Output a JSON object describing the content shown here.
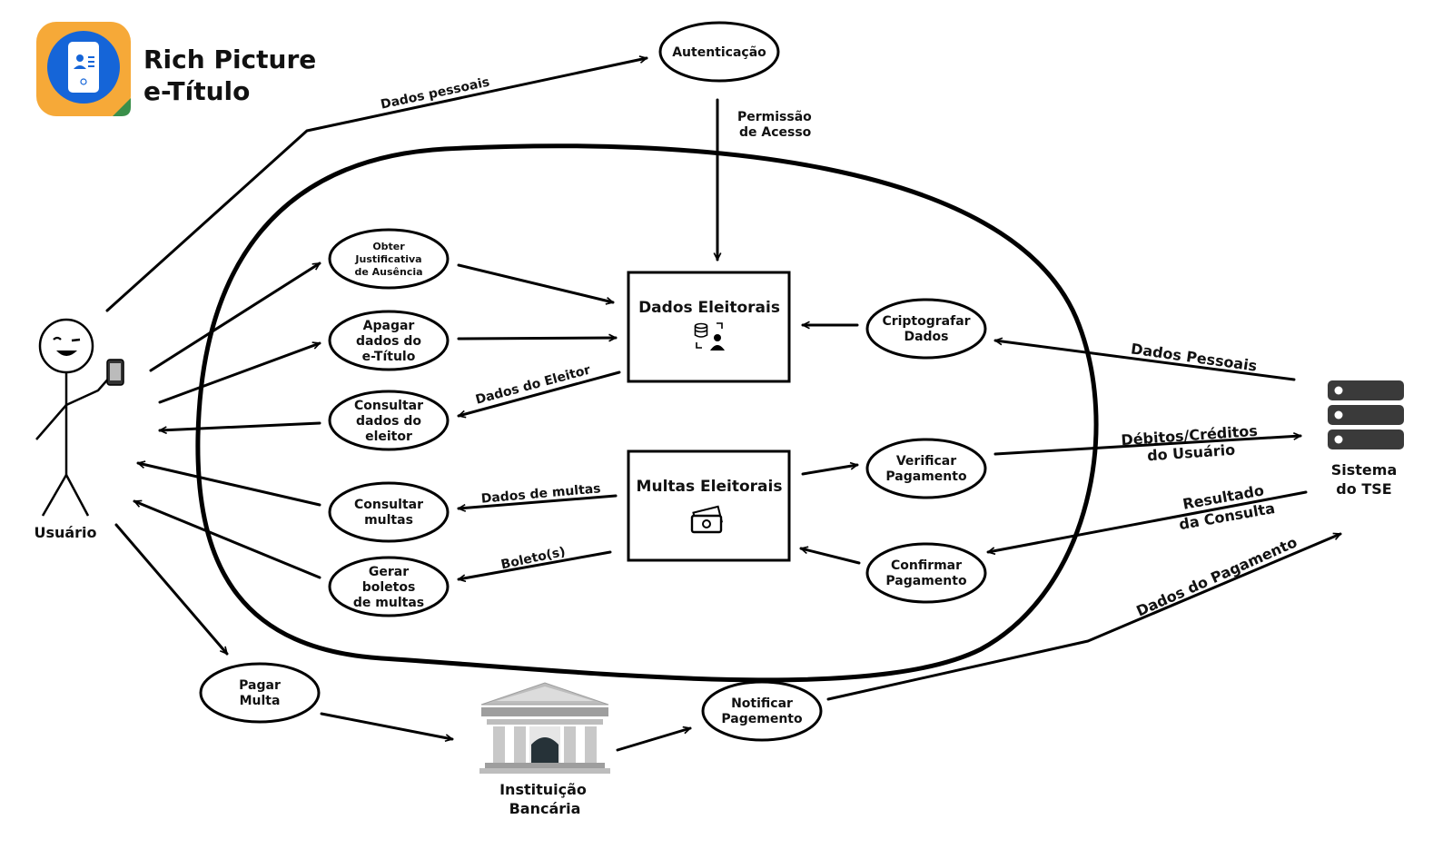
{
  "title": {
    "line1": "Rich Picture",
    "line2": "e-Título"
  },
  "colors": {
    "logo_orange": "#F6A938",
    "logo_blue": "#1565D8",
    "logo_green": "#3A8F4A",
    "server": "#3a3a3a",
    "bank": "#bdbdbd"
  },
  "actors": {
    "user": "Usuário",
    "tse_line1": "Sistema",
    "tse_line2": "do TSE",
    "bank_line1": "Instituição",
    "bank_line2": "Bancária"
  },
  "nodes": {
    "autenticacao": "Autenticação",
    "justificativa": [
      "Obter",
      "Justificativa",
      "de Ausência"
    ],
    "apagar": [
      "Apagar",
      "dados do",
      "e-Título"
    ],
    "consultar_eleitor": [
      "Consultar",
      "dados do",
      "eleitor"
    ],
    "consultar_multas": [
      "Consultar",
      "multas"
    ],
    "gerar_boletos": [
      "Gerar",
      "boletos",
      "de multas"
    ],
    "criptografar": [
      "Criptografar",
      "Dados"
    ],
    "verificar": [
      "Verificar",
      "Pagamento"
    ],
    "confirmar": [
      "Confirmar",
      "Pagamento"
    ],
    "pagar": [
      "Pagar",
      "Multa"
    ],
    "notificar": [
      "Notificar",
      "Pagemento"
    ]
  },
  "boxes": {
    "dados": "Dados Eleitorais",
    "multas": "Multas Eleitorais"
  },
  "edge_labels": {
    "dados_pessoais": "Dados pessoais",
    "permissao": [
      "Permissão",
      "de Acesso"
    ],
    "dados_eleitor": "Dados do Eleitor",
    "dados_multas": "Dados de multas",
    "boletos": "Boleto(s)",
    "dados_pessoais_tse": "Dados Pessoais",
    "debitos": [
      "Débitos/Créditos",
      "do Usuário"
    ],
    "resultado": [
      "Resultado",
      "da Consulta"
    ],
    "dados_pagamento": "Dados do Pagamento"
  }
}
